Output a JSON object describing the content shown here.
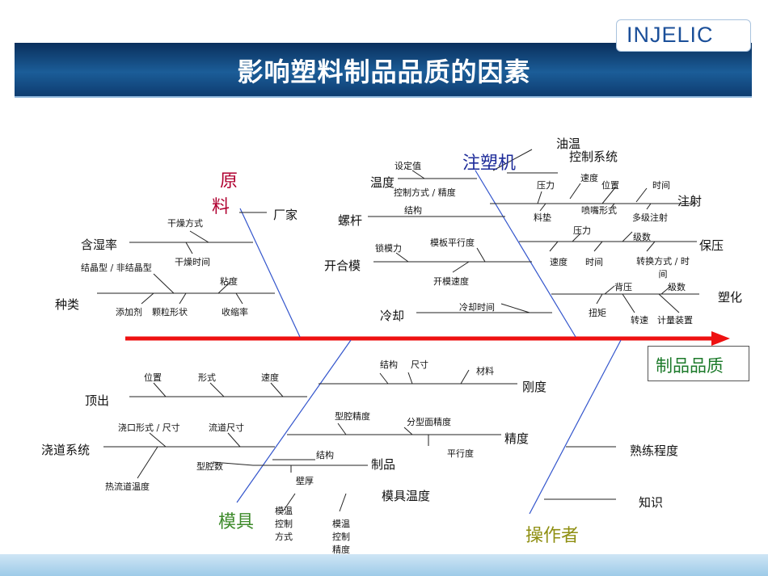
{
  "slide": {
    "title": "影响塑料制品品质的因素",
    "logo": "INJELIC"
  },
  "fishbone": {
    "effect": "制品品质",
    "colors": {
      "spine": "#ee1111",
      "bone": "#3355cc",
      "material": "#b00030",
      "machine": "#1e2c9a",
      "mold": "#3d8a2a",
      "operator": "#8f8f12",
      "effect": "#1c7a2a"
    },
    "categories": {
      "material": {
        "name_line1": "原",
        "name_line2": "料",
        "causes": [
          "厂家",
          "含湿率",
          "种类"
        ],
        "sub": {
          "moisture": [
            "干燥方式",
            "干燥时间"
          ],
          "type": [
            "结晶型 / 非结晶型",
            "粘度",
            "添加剂",
            "颗粒形状",
            "收缩率"
          ]
        }
      },
      "machine": {
        "name": "注塑机",
        "causes": [
          "油温",
          "温度",
          "螺杆",
          "开合模",
          "冷却",
          "注射",
          "保压",
          "塑化"
        ],
        "sub": {
          "oil": [
            "控制系统"
          ],
          "temperature": [
            "设定值",
            "控制方式 / 精度"
          ],
          "screw": [
            "结构"
          ],
          "clamp": [
            "锁模力",
            "模板平行度",
            "开模速度"
          ],
          "cooling": [
            "冷却时间"
          ],
          "injection": [
            "压力",
            "速度",
            "位置",
            "时间",
            "料垫",
            "喷嘴形式",
            "多级注射"
          ],
          "holding": [
            "压力",
            "级数",
            "速度",
            "时间",
            "转换方式 / 时间"
          ],
          "plasticizing": [
            "背压",
            "级数",
            "扭矩",
            "转速",
            "计量装置"
          ]
        }
      },
      "mold": {
        "name": "模具",
        "causes": [
          "顶出",
          "浇道系统",
          "刚度",
          "精度",
          "制品",
          "模具温度"
        ],
        "sub": {
          "ejection": [
            "位置",
            "形式",
            "速度"
          ],
          "runner": [
            "浇口形式 / 尺寸",
            "流道尺寸",
            "热流道温度"
          ],
          "rigidity": [
            "结构",
            "尺寸",
            "材料"
          ],
          "precision": [
            "型腔精度",
            "分型面精度",
            "平行度"
          ],
          "part": [
            "结构",
            "型腔数",
            "壁厚"
          ],
          "mold_temp_1": [
            "模温",
            "控制",
            "方式"
          ],
          "mold_temp_2": [
            "模温",
            "控制",
            "精度"
          ]
        }
      },
      "operator": {
        "name": "操作者",
        "causes": [
          "熟练程度",
          "知识"
        ]
      }
    }
  }
}
